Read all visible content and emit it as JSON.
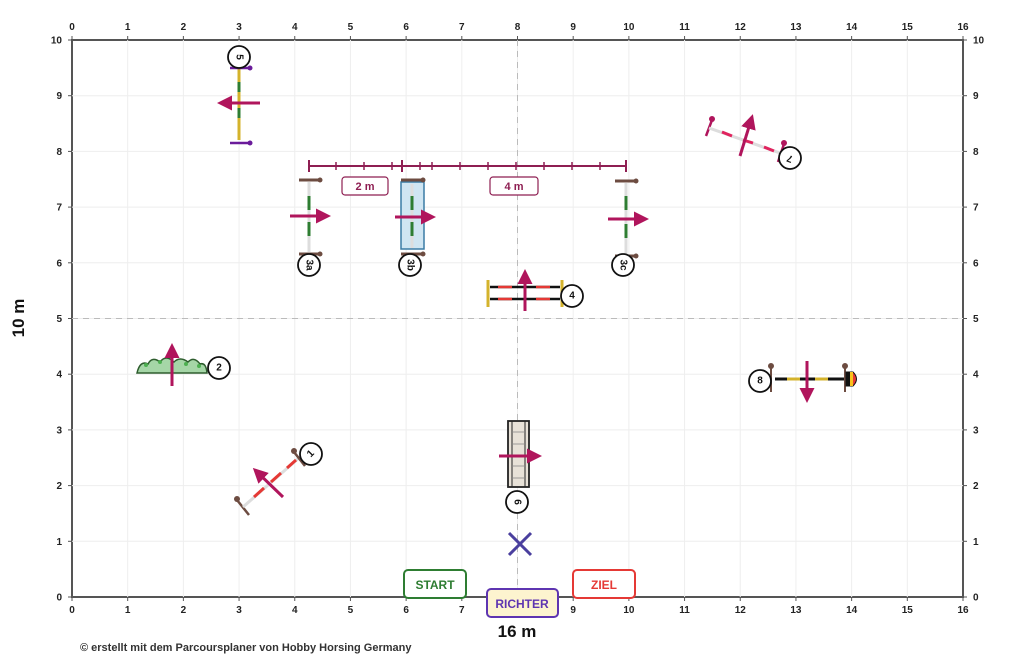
{
  "axes": {
    "x_ticks": [
      "0",
      "1",
      "2",
      "3",
      "4",
      "5",
      "6",
      "7",
      "8",
      "9",
      "10",
      "11",
      "12",
      "13",
      "14",
      "15",
      "16"
    ],
    "y_ticks": [
      "0",
      "1",
      "2",
      "3",
      "4",
      "5",
      "6",
      "7",
      "8",
      "9",
      "10"
    ],
    "x_title": "16 m",
    "y_title": "10 m"
  },
  "obstacles": [
    {
      "label": "1",
      "x": 3.8,
      "y": 2.3
    },
    {
      "label": "2",
      "x": 1.8,
      "y": 4.1
    },
    {
      "label": "3a",
      "x": 4.3,
      "y": 6.9
    },
    {
      "label": "3b",
      "x": 6.1,
      "y": 6.9
    },
    {
      "label": "3c",
      "x": 10.0,
      "y": 6.9
    },
    {
      "label": "4",
      "x": 8.1,
      "y": 5.5
    },
    {
      "label": "5",
      "x": 3.0,
      "y": 8.9
    },
    {
      "label": "6",
      "x": 8.0,
      "y": 2.6
    },
    {
      "label": "7",
      "x": 12.2,
      "y": 8.1
    },
    {
      "label": "8",
      "x": 13.2,
      "y": 3.9
    }
  ],
  "measurements": [
    {
      "label": "2 m",
      "from": 4.2,
      "to": 6.2
    },
    {
      "label": "4 m",
      "from": 6.2,
      "to": 10.0
    }
  ],
  "signs": {
    "start": "START",
    "richter": "RICHTER",
    "ziel": "ZIEL"
  },
  "colors": {
    "arrow": "#b0155c",
    "measure": "#8e1e52",
    "start": "#2e7d32",
    "ziel": "#e53935",
    "richter": "#5e35b1"
  },
  "credit": "© erstellt mit dem Parcoursplaner von Hobby Horsing Germany"
}
